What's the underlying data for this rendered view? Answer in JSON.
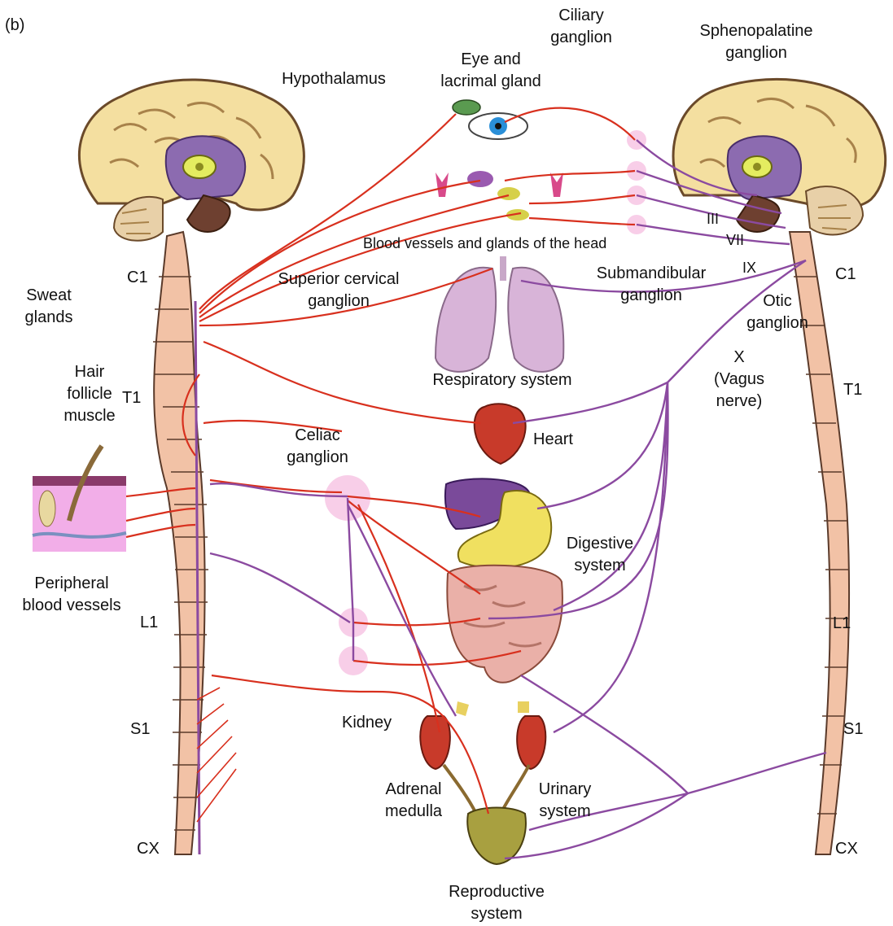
{
  "figure_label": "(b)",
  "colors": {
    "sympathetic": "#d8301e",
    "parasympathetic": "#8b4aa0",
    "spinal_cord": "#f2c2a6",
    "brain_cortex": "#f4dfa0",
    "ganglion_highlight": "#f7c6e4"
  },
  "labels": {
    "hypothalamus": "Hypothalamus",
    "eye_line1": "Eye and",
    "eye_line2": "lacrimal gland",
    "ciliary_line1": "Ciliary",
    "ciliary_line2": "ganglion",
    "spheno_line1": "Sphenopalatine",
    "spheno_line2": "ganglion",
    "blood_vessels_head": "Blood vessels and glands of the head",
    "submandibular_line1": "Submandibular",
    "submandibular_line2": "ganglion",
    "otic_line1": "Otic",
    "otic_line2": "ganglion",
    "superior_cervical_line1": "Superior cervical",
    "superior_cervical_line2": "ganglion",
    "respiratory": "Respiratory system",
    "sweat_line1": "Sweat",
    "sweat_line2": "glands",
    "hair_line1": "Hair",
    "hair_line2": "follicle",
    "hair_line3": "muscle",
    "heart": "Heart",
    "celiac_line1": "Celiac",
    "celiac_line2": "ganglion",
    "vagus_line1": "X",
    "vagus_line2": "(Vagus",
    "vagus_line3": "nerve)",
    "digestive_line1": "Digestive",
    "digestive_line2": "system",
    "peripheral_line1": "Peripheral",
    "peripheral_line2": "blood vessels",
    "kidney": "Kidney",
    "adrenal_line1": "Adrenal",
    "adrenal_line2": "medulla",
    "urinary_line1": "Urinary",
    "urinary_line2": "system",
    "reproductive_line1": "Reproductive",
    "reproductive_line2": "system"
  },
  "spinal_levels_left": [
    "C1",
    "T1",
    "L1",
    "S1",
    "CX"
  ],
  "spinal_levels_right": [
    "C1",
    "T1",
    "L1",
    "S1",
    "CX"
  ],
  "cranial_nerves": [
    "III",
    "VII",
    "IX"
  ]
}
